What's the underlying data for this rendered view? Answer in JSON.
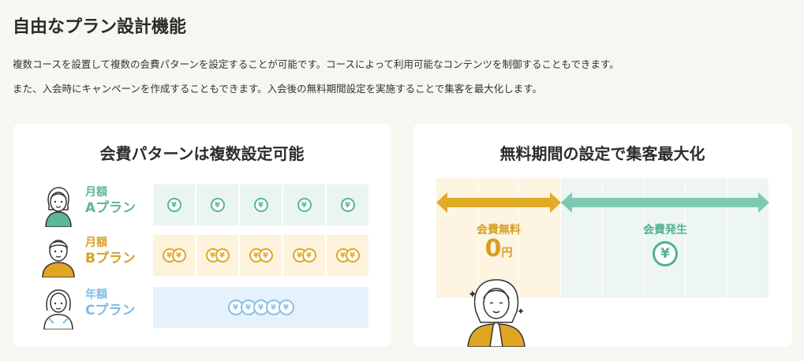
{
  "page": {
    "title": "自由なプラン設計機能",
    "desc_line1": "複数コースを設置して複数の会費パターンを設定することが可能です。コースによって利用可能なコンテンツを制御することもできます。",
    "desc_line2": "また、入会時にキャンペーンを作成することもできます。入会後の無料期間設定を実施することで集客を最大化します。"
  },
  "left_card": {
    "title": "会費パターンは複数設定可能",
    "plans": [
      {
        "line1": "月額",
        "line2": "Aプラン",
        "color": "#5bb79c",
        "cell_bg": "#eaf5f1",
        "coin": "¥"
      },
      {
        "line1": "月額",
        "line2": "Bプラン",
        "color": "#d9a123",
        "cell_bg": "#fdf3dc",
        "coin": "¥"
      },
      {
        "line1": "年額",
        "line2": "Cプラン",
        "color": "#7fbde6",
        "cell_bg": "#e5f1fb",
        "coin": "¥"
      }
    ]
  },
  "right_card": {
    "title": "無料期間の設定で集客最大化",
    "free_label": "会費無料",
    "free_amount": "0",
    "free_unit": "円",
    "paid_label": "会費発生",
    "coin": "¥"
  }
}
